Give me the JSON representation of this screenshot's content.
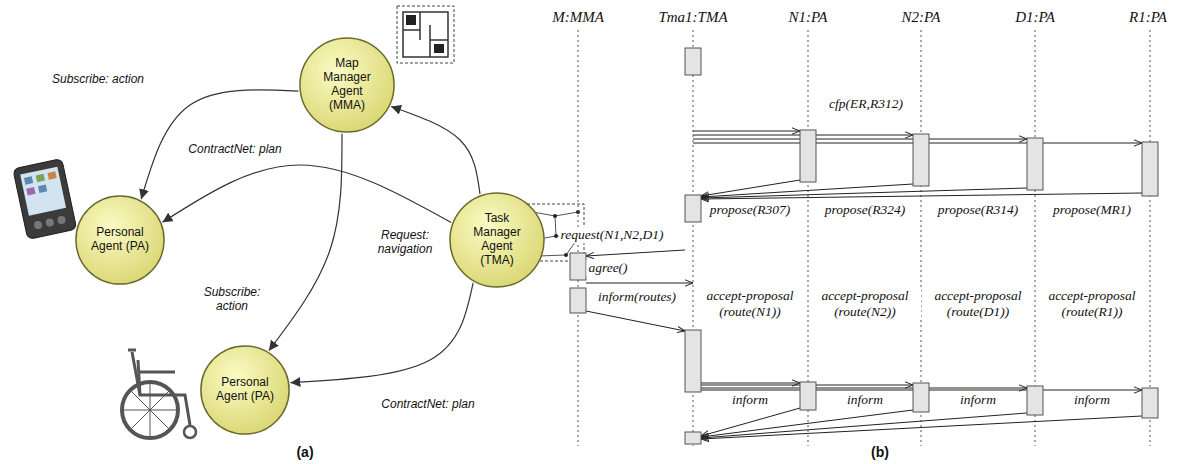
{
  "diagram": {
    "nodes": [
      {
        "text": [
          "Map Manager Agent (MMA)"
        ]
      },
      {
        "text": [
          "Personal Agent (PA)"
        ]
      },
      {
        "text": [
          "Task Manager Agent (TMA)"
        ]
      },
      {
        "text": [
          "Personal Agent (PA)"
        ]
      }
    ],
    "edges": [
      {
        "from": 0,
        "to": 1,
        "arrow": "to",
        "label": "Subscribe: action"
      },
      {
        "from": 2,
        "to": 1,
        "arrow": "to",
        "label": "ContractNet: plan"
      },
      {
        "from": 2,
        "to": 0,
        "arrow": "to",
        "label": "Request: navigation"
      },
      {
        "from": 0,
        "to": 3,
        "arrow": "to",
        "label": "Subscribe: action"
      },
      {
        "from": 2,
        "to": 3,
        "arrow": "to",
        "label": "ContractNet: plan"
      }
    ],
    "labels": [
      "(a)",
      "(b)",
      "M:MMA",
      "Tma1:TMA",
      "N1:PA",
      "N2:PA",
      "D1:PA",
      "R1:PA",
      "cfp(ER,R312)",
      "request(N1,N2,D1)",
      "propose(R307)",
      "propose(R324)",
      "propose(R314)",
      "propose(MR1)",
      "agree()",
      "inform(routes)",
      "accept-proposal (route(N1))",
      "accept-proposal (route(N2))",
      "accept-proposal (route(D1))",
      "accept-proposal (route(R1))",
      "inform",
      "inform",
      "inform",
      "inform"
    ]
  }
}
